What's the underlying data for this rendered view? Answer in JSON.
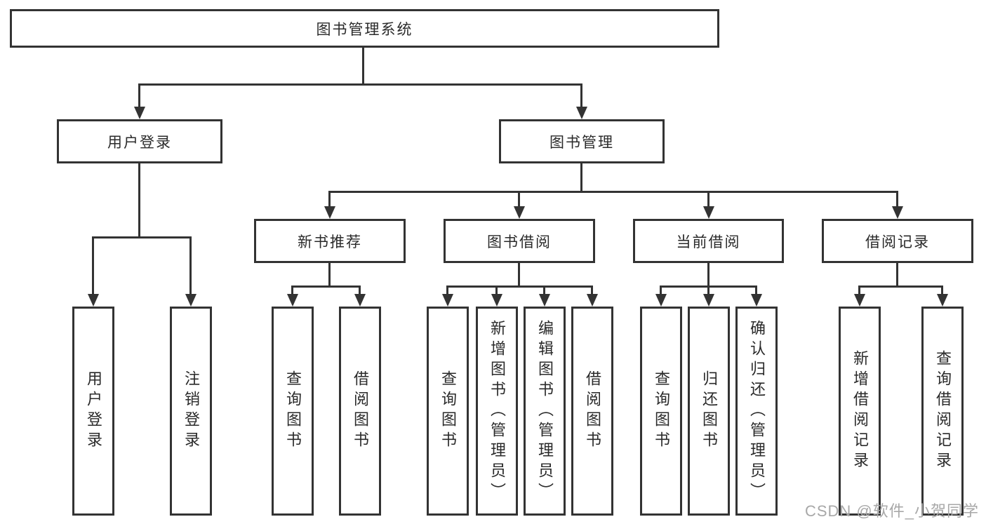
{
  "diagram": {
    "type": "tree",
    "style": {
      "background": "#ffffff",
      "line_color": "#333333",
      "text_color": "#2a2a2a",
      "box_fill": "#ffffff"
    },
    "root": {
      "label": "图书管理系统",
      "children": [
        {
          "label": "用户登录",
          "children": [
            {
              "label": "用户登录"
            },
            {
              "label": "注销登录"
            }
          ]
        },
        {
          "label": "图书管理",
          "children": [
            {
              "label": "新书推荐",
              "children": [
                {
                  "label": "查询图书"
                },
                {
                  "label": "借阅图书"
                }
              ]
            },
            {
              "label": "图书借阅",
              "children": [
                {
                  "label": "查询图书"
                },
                {
                  "label": "新增图书（管理员）"
                },
                {
                  "label": "编辑图书（管理员）"
                },
                {
                  "label": "借阅图书"
                }
              ]
            },
            {
              "label": "当前借阅",
              "children": [
                {
                  "label": "查询图书"
                },
                {
                  "label": "归还图书"
                },
                {
                  "label": "确认归还（管理员）"
                }
              ]
            },
            {
              "label": "借阅记录",
              "children": [
                {
                  "label": "新增借阅记录"
                },
                {
                  "label": "查询借阅记录"
                }
              ]
            }
          ]
        }
      ]
    }
  },
  "watermark": {
    "text": "CSDN @软件_小贺同学",
    "color": "#a8a8a8"
  }
}
